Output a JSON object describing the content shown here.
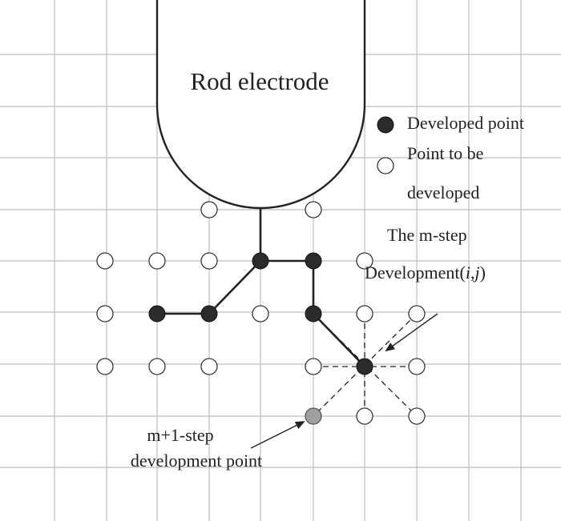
{
  "labels": {
    "electrode": "Rod electrode",
    "legend_developed": "Developed point",
    "legend_tobe_line1": "Point to be",
    "legend_tobe_line2": "developed",
    "mstep_line1": "The m-step",
    "mstep_line2_prefix": "Development(",
    "mstep_line2_i": "i",
    "mstep_line2_comma": ",",
    "mstep_line2_j": "j",
    "mstep_line2_suffix": ")",
    "next_line1": "m+1-step",
    "next_line2": "development point"
  },
  "colors": {
    "developed": "#2b2b2b",
    "to_be_developed": "#ffffff",
    "next_point": "#a0a0a0",
    "grid": "#bdbdbd"
  }
}
